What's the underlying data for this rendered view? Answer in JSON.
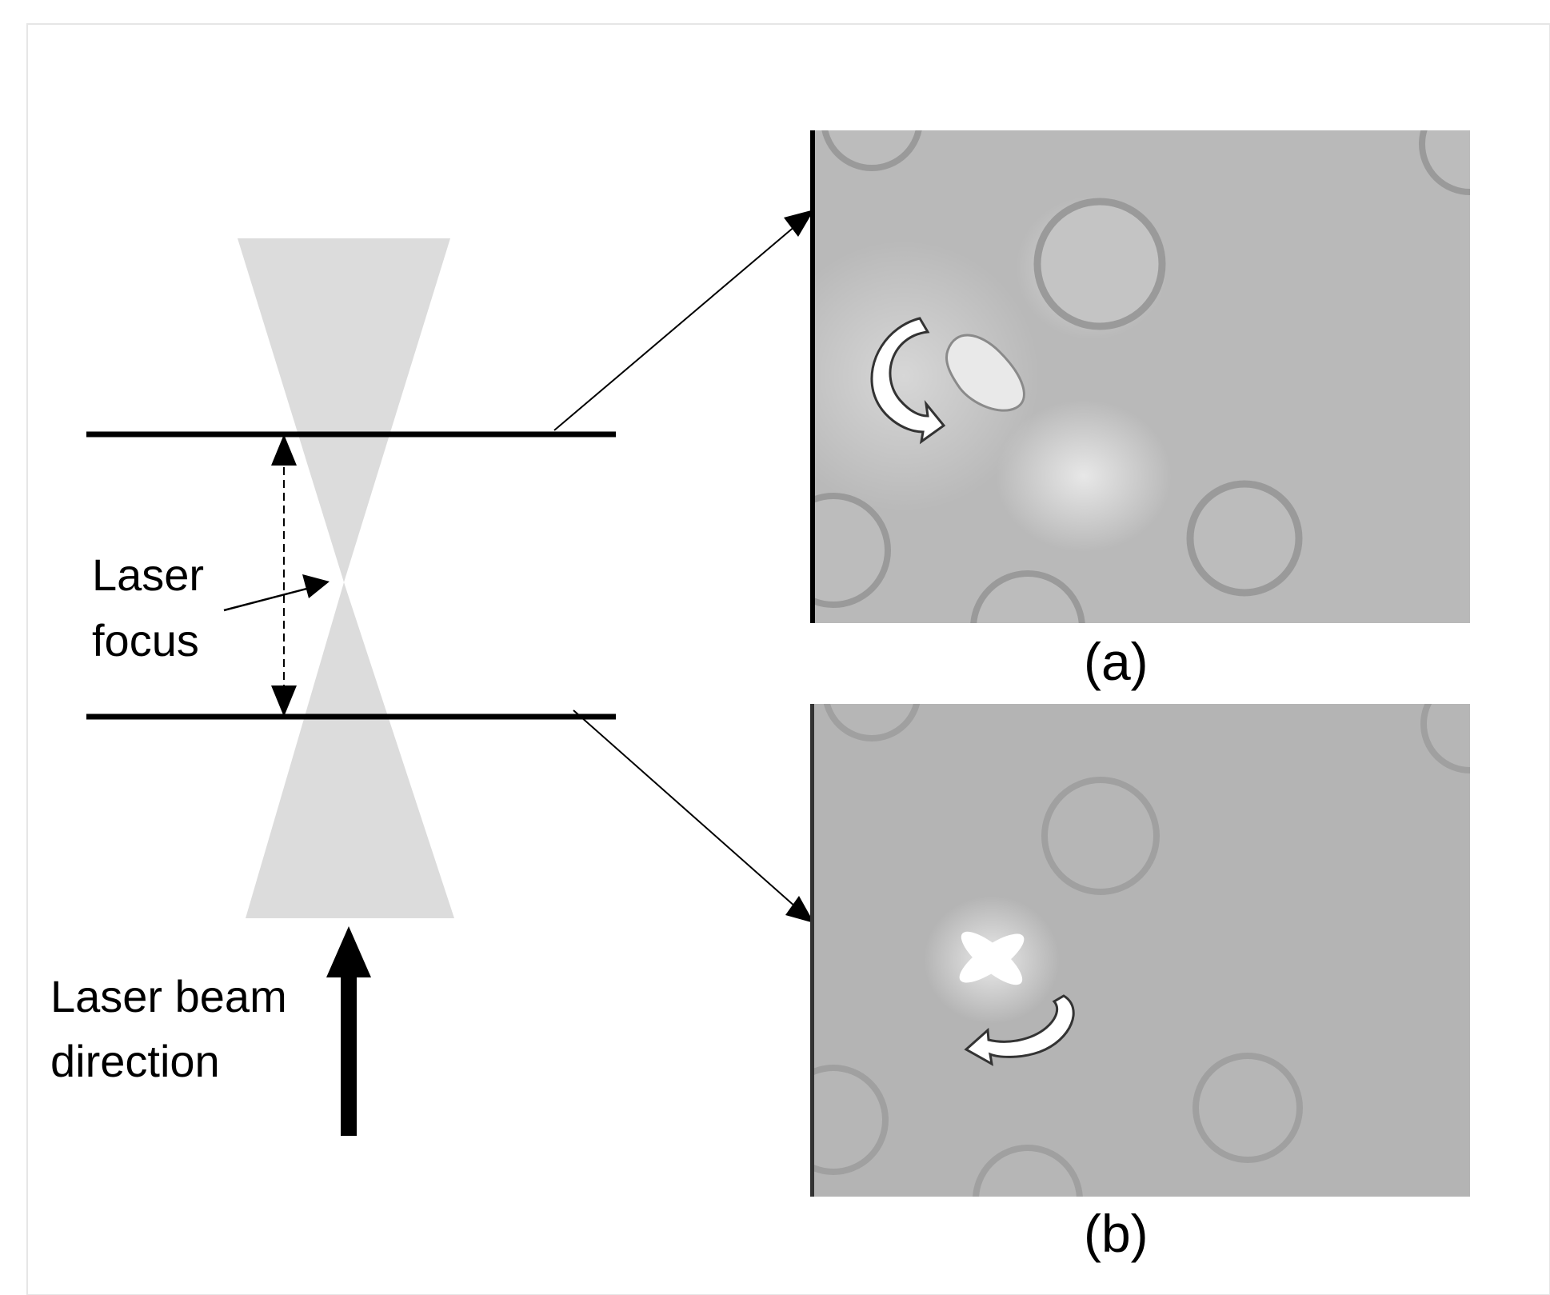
{
  "labels": {
    "laser_focus_line1": "Laser",
    "laser_focus_line2": "focus",
    "beam_direction_line1": "Laser beam",
    "beam_direction_line2": "direction",
    "panel_a": "(a)",
    "panel_b": "(b)"
  },
  "colors": {
    "background": "#ffffff",
    "beam_cone": "#dcdcdc",
    "line": "#000000",
    "micrograph_a": "#b9b9b9",
    "micrograph_b": "#b4b4b4",
    "cell_ring": "#9a9a9a"
  }
}
